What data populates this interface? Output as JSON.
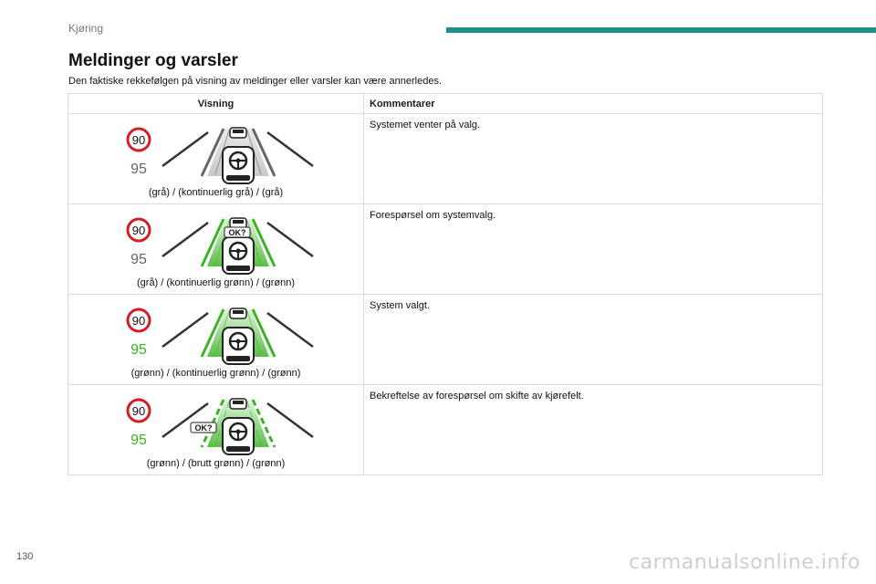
{
  "header": {
    "section_label": "Kjøring",
    "accent_color": "#1e8e8f"
  },
  "title": "Meldinger og varsler",
  "intro": "Den faktiske rekkefølgen på visning av meldinger eller varsler kan være annerledes.",
  "table": {
    "headers": [
      "Visning",
      "Kommentarer"
    ],
    "rows": [
      {
        "sign_top": "90",
        "sign_bottom": "95",
        "bottom_color": "gray",
        "lane_center": "gray",
        "lane_style": "solid",
        "ok_badge": "",
        "caption": "(grå) / (kontinuerlig grå) / (grå)",
        "comment": "Systemet venter på valg."
      },
      {
        "sign_top": "90",
        "sign_bottom": "95",
        "bottom_color": "gray",
        "lane_center": "green",
        "lane_style": "solid",
        "ok_badge": "OK?",
        "caption": "(grå) / (kontinuerlig grønn) / (grønn)",
        "comment": "Forespørsel om systemvalg."
      },
      {
        "sign_top": "90",
        "sign_bottom": "95",
        "bottom_color": "green",
        "lane_center": "green",
        "lane_style": "solid",
        "ok_badge": "",
        "caption": "(grønn) / (kontinuerlig grønn) / (grønn)",
        "comment": "System valgt."
      },
      {
        "sign_top": "90",
        "sign_bottom": "95",
        "bottom_color": "green",
        "lane_center": "green",
        "lane_style": "dashed",
        "ok_badge": "OK?",
        "caption": "(grønn) / (brutt grønn) / (grønn)",
        "comment": "Bekreftelse av forespørsel om skifte av kjørefelt."
      }
    ]
  },
  "colors": {
    "gray": "#666666",
    "green": "#3bb324",
    "sign_red": "#d21f26"
  },
  "footer": {
    "page_number": "130",
    "watermark": "carmanualsonline.info"
  }
}
